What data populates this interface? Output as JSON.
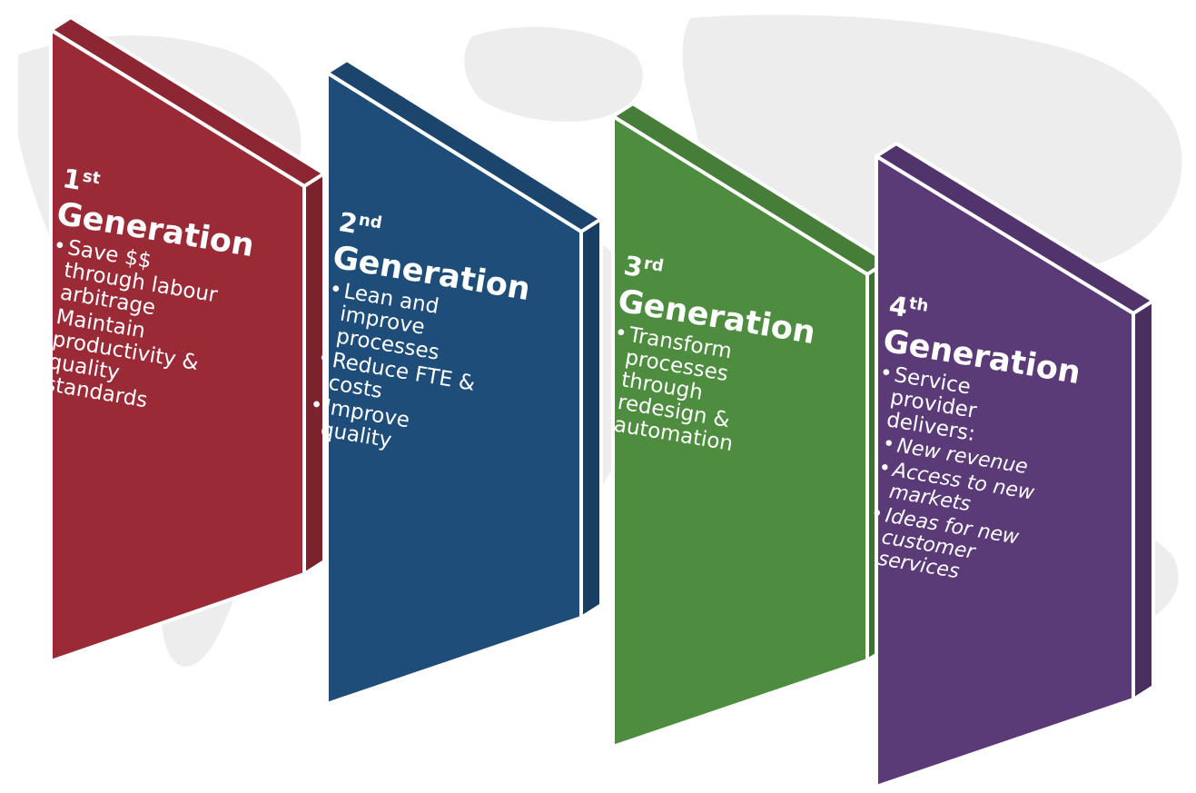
{
  "colors": {
    "card1": "#9B2A37",
    "card2": "#1E4D79",
    "card3": "#4E8C3F",
    "card4": "#5B3A78",
    "border": "#ffffff",
    "map": "#eeeeee"
  },
  "cards": [
    {
      "ordinal": "1",
      "suffix": "st",
      "title": "Generation",
      "bullets": [
        "Save $$\nthrough labour\narbitrage",
        "Maintain\nproductivity &\nquality\nstandards"
      ]
    },
    {
      "ordinal": "2",
      "suffix": "nd",
      "title": "Generation",
      "bullets": [
        "Lean and\nimprove\nprocesses",
        " Reduce FTE &\ncosts",
        " Improve\nquality"
      ]
    },
    {
      "ordinal": "3",
      "suffix": "rd",
      "title": "Generation",
      "bullets": [
        "Transform\nprocesses\nthrough\nredesign &\nautomation"
      ]
    },
    {
      "ordinal": "4",
      "suffix": "th",
      "title": "Generation",
      "bullets": [
        "Service\nprovider\ndelivers:"
      ],
      "sub_bullets": [
        "New revenue",
        "Access to new\nmarkets",
        " Ideas for new\ncustomer\nservices"
      ]
    }
  ]
}
